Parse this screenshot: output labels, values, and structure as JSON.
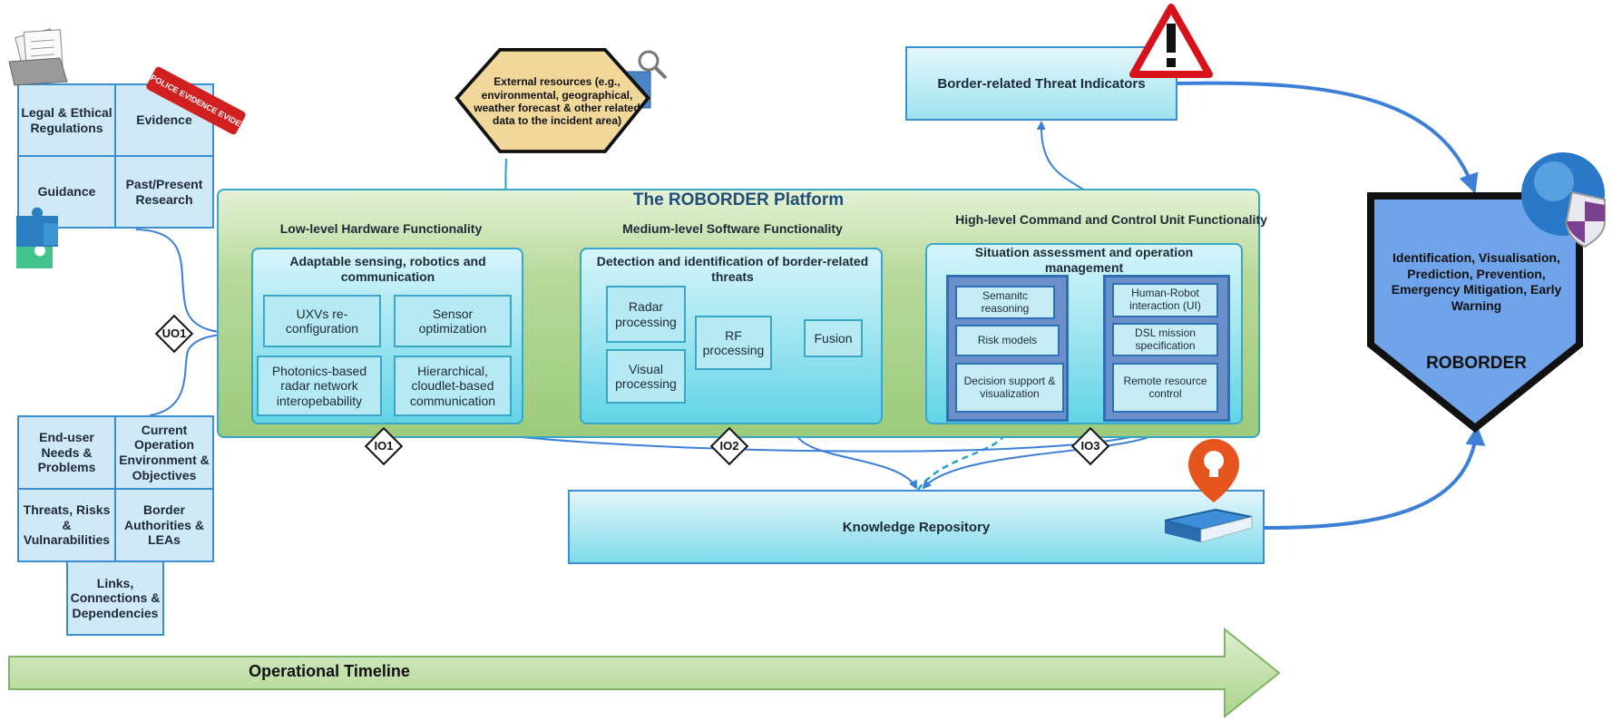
{
  "left_inputs": {
    "legal": "Legal & Ethical Regulations",
    "evidence": "Evidence",
    "guidance": "Guidance",
    "research": "Past/Present Research",
    "evidence_tape": "POLICE  EVIDENCE  EVIDENCE  EVI"
  },
  "left_needs": {
    "end_user": "End-user Needs & Problems",
    "current_env": "Current Operation Environment & Objectives",
    "threats": "Threats, Risks & Vulnarabilities",
    "border_auth": "Border Authorities & LEAs",
    "links": "Links, Connections & Dependencies"
  },
  "external_resources": "External resources (e.g., environmental, geographical, weather forecast & other related data to the incident area)",
  "threat_indicators": "Border-related  Threat Indicators",
  "platform": {
    "title": "The ROBORDER Platform",
    "low": {
      "title": "Low-level Hardware Functionality",
      "panel_title": "Adaptable sensing, robotics and communication",
      "items": [
        "UXVs re-configuration",
        "Sensor optimization",
        "Photonics-based radar network interopebability",
        "Hierarchical, cloudlet-based communication"
      ]
    },
    "medium": {
      "title": "Medium-level Software Functionality",
      "panel_title": "Detection and identification of border-related threats",
      "radar": "Radar processing",
      "visual": "Visual processing",
      "rf": "RF processing",
      "fusion": "Fusion"
    },
    "high": {
      "title": "High-level Command and Control Unit Functionality",
      "panel_title": "Situation assessment and operation management",
      "left_items": [
        "Semanitc reasoning",
        "Risk models",
        "Decision support & visualization"
      ],
      "right_items": [
        "Human-Robot interaction (UI)",
        "DSL mission specification",
        "Remote resource control"
      ]
    }
  },
  "markers": {
    "uo1": "UO1",
    "io1": "IO1",
    "io2": "IO2",
    "io3": "IO3"
  },
  "knowledge_repository": "Knowledge Repository",
  "roborder": {
    "outputs": "Identification, Visualisation, Prediction, Prevention, Emergency Mitigation, Early Warning",
    "label": "ROBORDER"
  },
  "timeline": "Operational Timeline",
  "colors": {
    "cell_fill": "#cfe9f6",
    "cell_border": "#3a8fd0",
    "arrow": "#3c7fd6",
    "platform_green": "#9ccb7c",
    "pentagon": "#6fa4ea"
  }
}
